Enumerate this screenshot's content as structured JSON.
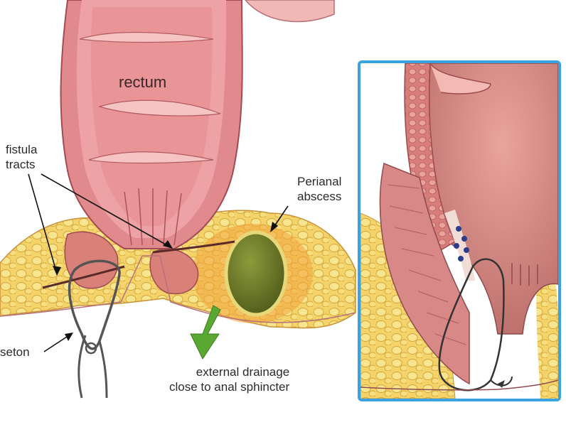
{
  "labels": {
    "rectum": "rectum",
    "fistula_line1": "fistula",
    "fistula_line2": "tracts",
    "abscess_line1": "Perianal",
    "abscess_line2": "abscess",
    "seton": "seton",
    "drainage_line1": "external drainage",
    "drainage_line2": "close to anal sphincter"
  },
  "colors": {
    "inset_border": "#3aa3e0",
    "drainage_arrow": "#5aa832",
    "abscess": "#6f7f2c",
    "rectum_wall": "#e79a9c",
    "fat": "#f2cf5a"
  }
}
